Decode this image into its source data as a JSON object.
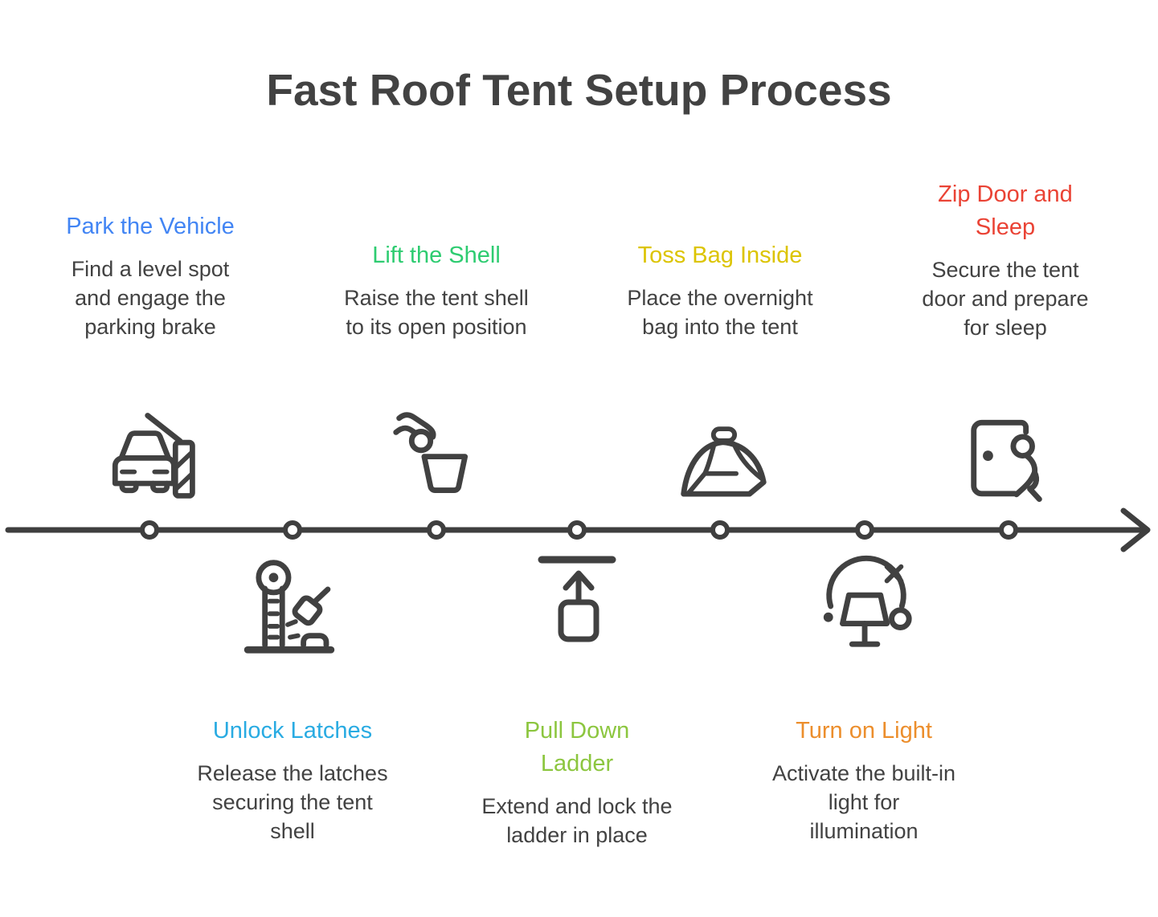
{
  "header": {
    "title": "Fast Roof Tent Setup Process"
  },
  "timeline": {
    "node_count": 7,
    "line_color": "#3f3f3f",
    "direction": "left-to-right"
  },
  "steps": [
    {
      "title": "Park the Vehicle",
      "description": "Find a level spot\nand engage the\nparking brake",
      "color": "#4285F4",
      "position": "above",
      "icon": "car-parking-barrier-icon"
    },
    {
      "title": "Unlock Latches",
      "description": "Release the latches\nsecuring the tent\nshell",
      "color": "#29ABE2",
      "position": "below",
      "icon": "latch-release-icon"
    },
    {
      "title": "Lift the Shell",
      "description": "Raise the tent shell\nto its open position",
      "color": "#2ECC71",
      "position": "above",
      "icon": "hand-drop-icon"
    },
    {
      "title": "Pull Down\nLadder",
      "description": "Extend and lock the\nladder in place",
      "color": "#8CC63F",
      "position": "below",
      "icon": "ladder-pull-icon"
    },
    {
      "title": "Toss Bag Inside",
      "description": "Place the overnight\nbag into the tent",
      "color": "#DCC400",
      "position": "above",
      "icon": "tent-icon"
    },
    {
      "title": "Turn on Light",
      "description": "Activate the built-in\nlight for\nillumination",
      "color": "#EC8E2C",
      "position": "below",
      "icon": "lamp-icon"
    },
    {
      "title": "Zip Door and\nSleep",
      "description": "Secure the tent\ndoor and prepare\nfor sleep",
      "color": "#EA4335",
      "position": "above",
      "icon": "door-exit-icon"
    }
  ]
}
